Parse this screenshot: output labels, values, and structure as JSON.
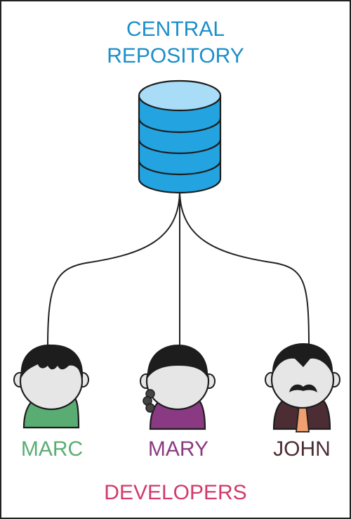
{
  "repository": {
    "title_line1": "CENTRAL",
    "title_line2": "REPOSITORY"
  },
  "developers": [
    {
      "name": "MARC",
      "color": "#5aad72"
    },
    {
      "name": "MARY",
      "color": "#8a3a82"
    },
    {
      "name": "JOHN",
      "color": "#4b2d33"
    }
  ],
  "footer_label": "DEVELOPERS",
  "colors": {
    "title": "#1b8fcb",
    "footer": "#d23a6a",
    "database": "#23a3e0",
    "database_top": "#a9dcf6"
  }
}
